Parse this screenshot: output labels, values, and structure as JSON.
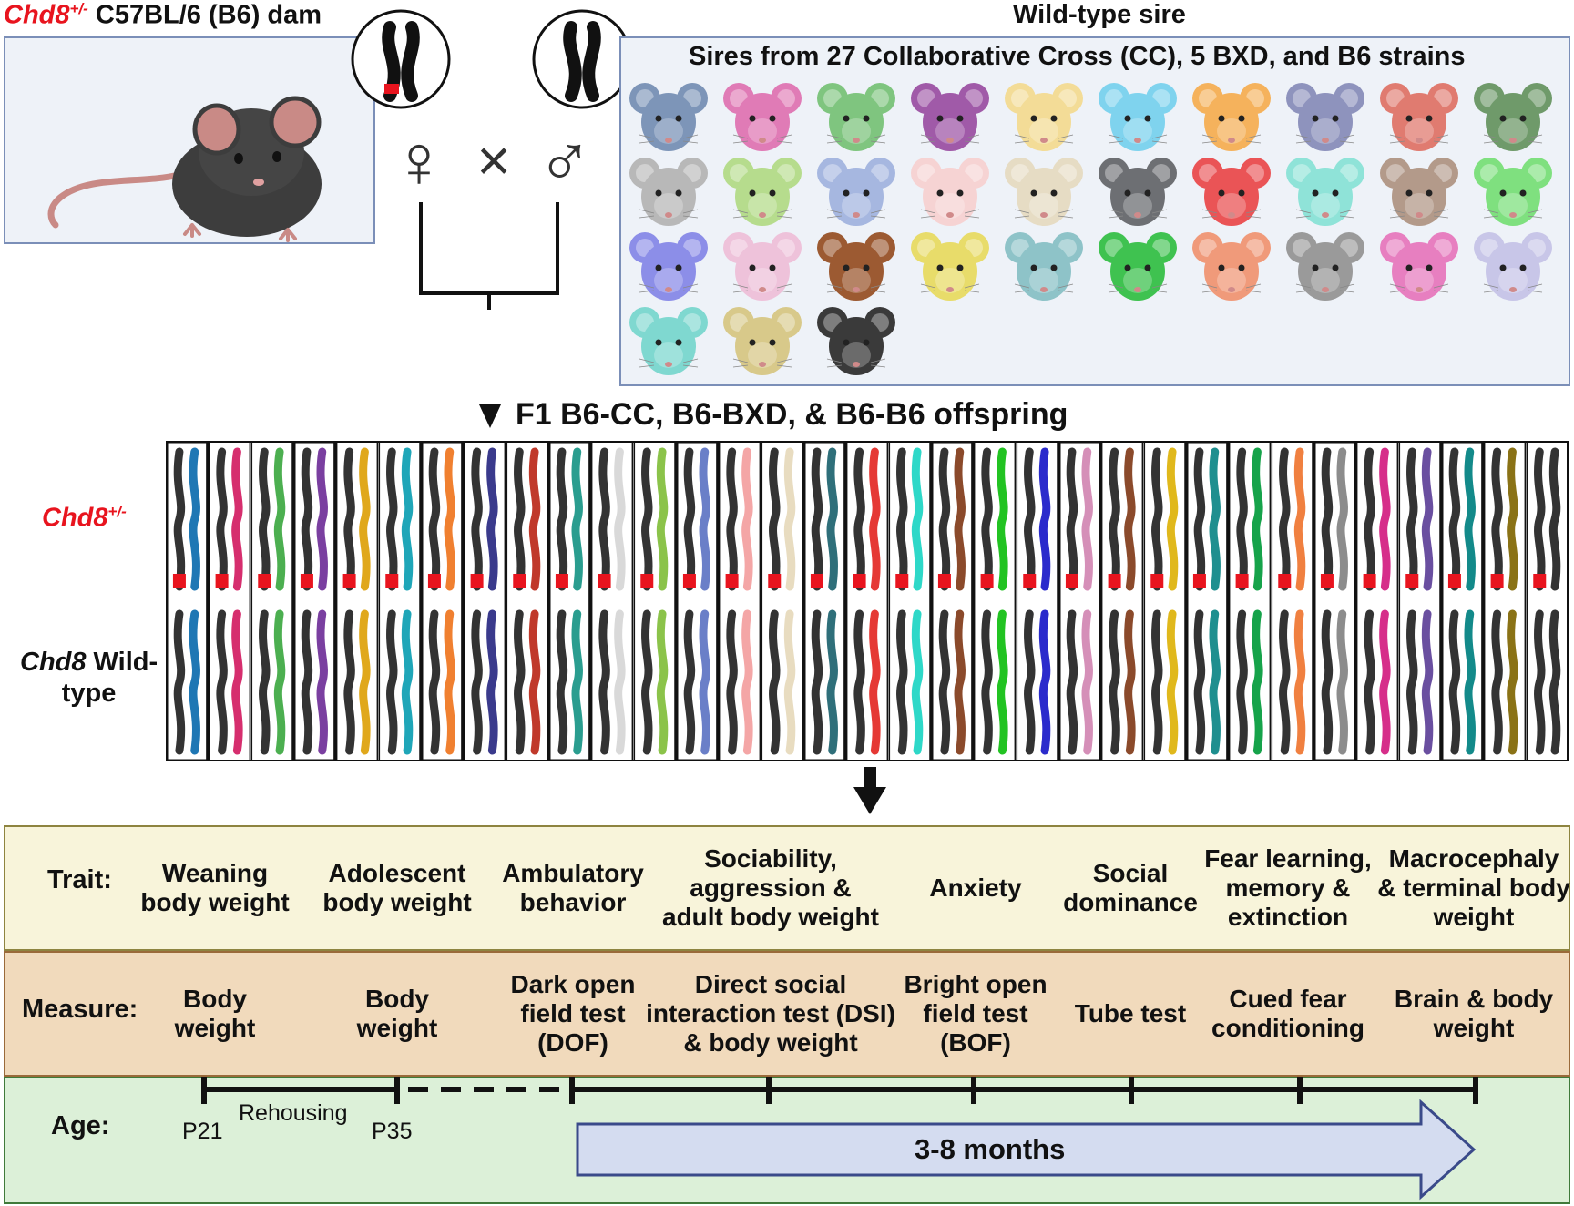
{
  "dam": {
    "genotype": "Chd8",
    "genotype_sup": "+/-",
    "strain": " C57BL/6 (B6) dam"
  },
  "sire": {
    "title": "Wild-type sire",
    "subtitle": "Sires from 27 Collaborative Cross (CC), 5 BXD, and B6 strains",
    "mouse_colors": [
      "#7d95b8",
      "#e07bb6",
      "#7fc57f",
      "#a05aa8",
      "#f3dc97",
      "#7fd3ee",
      "#f5b25c",
      "#8e93bd",
      "#e07b70",
      "#6f9a6a",
      "#b8b8b8",
      "#b6dc8d",
      "#a6b7e0",
      "#f6d3d3",
      "#e6dcc4",
      "#6d6f73",
      "#ea5456",
      "#8fe3d8",
      "#b39a8a",
      "#7fe07f",
      "#8c8ee8",
      "#eec2da",
      "#9c5a32",
      "#e8dc6a",
      "#8ec3c8",
      "#3fc250",
      "#f09a7a",
      "#9a9a9a",
      "#e77fc0",
      "#c8c6e8",
      "#7fd8d0",
      "#d8c98a",
      "#3a3a3a"
    ]
  },
  "cross": {
    "female": "♀",
    "times": "×",
    "male": "♂"
  },
  "offspring": {
    "title": "F1 B6-CC, B6-BXD, & B6-B6 offspring",
    "het_label_gene": "Chd8",
    "het_label_sup": "+/-",
    "wt_label_gene": "Chd8",
    "wt_label_rest": " Wild-",
    "wt_label_line2": "type",
    "chromosome_colors": [
      "#1f77b4",
      "#d62e6e",
      "#4caf50",
      "#7a3fa0",
      "#e0a81c",
      "#1fa6b8",
      "#f08030",
      "#3a3a8c",
      "#c0392b",
      "#2a9d8f",
      "#d9d9d9",
      "#8bc34a",
      "#6a7fc8",
      "#f4a6a6",
      "#e8dcc0",
      "#2f6f7a",
      "#e53935",
      "#2ed8c8",
      "#8b4a2b",
      "#22c322",
      "#2b2bcc",
      "#d58fb8",
      "#8b4a2b",
      "#e0b81c",
      "#1f8f8f",
      "#16a34a",
      "#f08040",
      "#8c8c8c",
      "#d62e8a",
      "#6a4fa0",
      "#138a8a",
      "#8a7216",
      "#333333"
    ]
  },
  "table": {
    "trait_label": "Trait:",
    "measure_label": "Measure:",
    "age_label": "Age:",
    "traits": [
      [
        "Weaning",
        "body weight"
      ],
      [
        "Adolescent",
        "body weight"
      ],
      [
        "Ambulatory",
        "behavior"
      ],
      [
        "Sociability,",
        "aggression &",
        "adult body weight"
      ],
      [
        "Anxiety"
      ],
      [
        "Social",
        "dominance"
      ],
      [
        "Fear learning,",
        "memory &",
        "extinction"
      ],
      [
        "Macrocephaly",
        "& terminal body",
        "weight"
      ]
    ],
    "measures": [
      [
        "Body",
        "weight"
      ],
      [
        "Body",
        "weight"
      ],
      [
        "Dark open",
        "field test",
        "(DOF)"
      ],
      [
        "Direct social",
        "interaction test (DSI)",
        "& body weight"
      ],
      [
        "Bright open",
        "field test",
        "(BOF)"
      ],
      [
        "Tube test"
      ],
      [
        "Cued fear",
        "conditioning"
      ],
      [
        "Brain & body",
        "weight"
      ]
    ],
    "age": {
      "p21": "P21",
      "rehousing": "Rehousing",
      "p35": "P35",
      "months": "3-8 months"
    },
    "colors": {
      "trait_bg": "#f8f4da",
      "measure_bg": "#f1dabc",
      "age_bg": "#dcf0d8",
      "arrow_fill": "#d4dcf0"
    }
  }
}
